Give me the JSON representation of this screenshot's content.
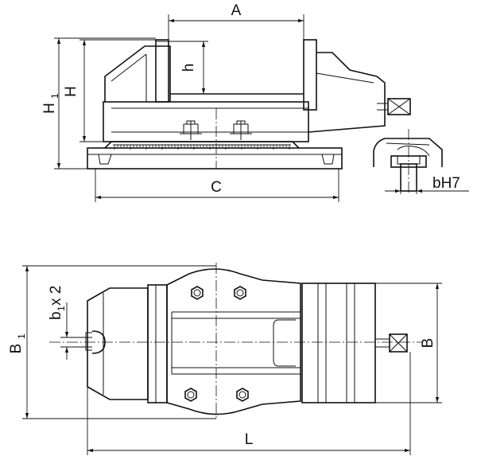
{
  "labels": {
    "A": "A",
    "h": "h",
    "H": "H",
    "H1_main": "H",
    "H1_sub": "1",
    "C": "C",
    "bH7": "bH7",
    "b1x2_main": "b",
    "b1x2_sub": "1",
    "b1x2_tail": "x 2",
    "B1_main": "B",
    "B1_sub": "1",
    "B": "B",
    "L": "L"
  }
}
